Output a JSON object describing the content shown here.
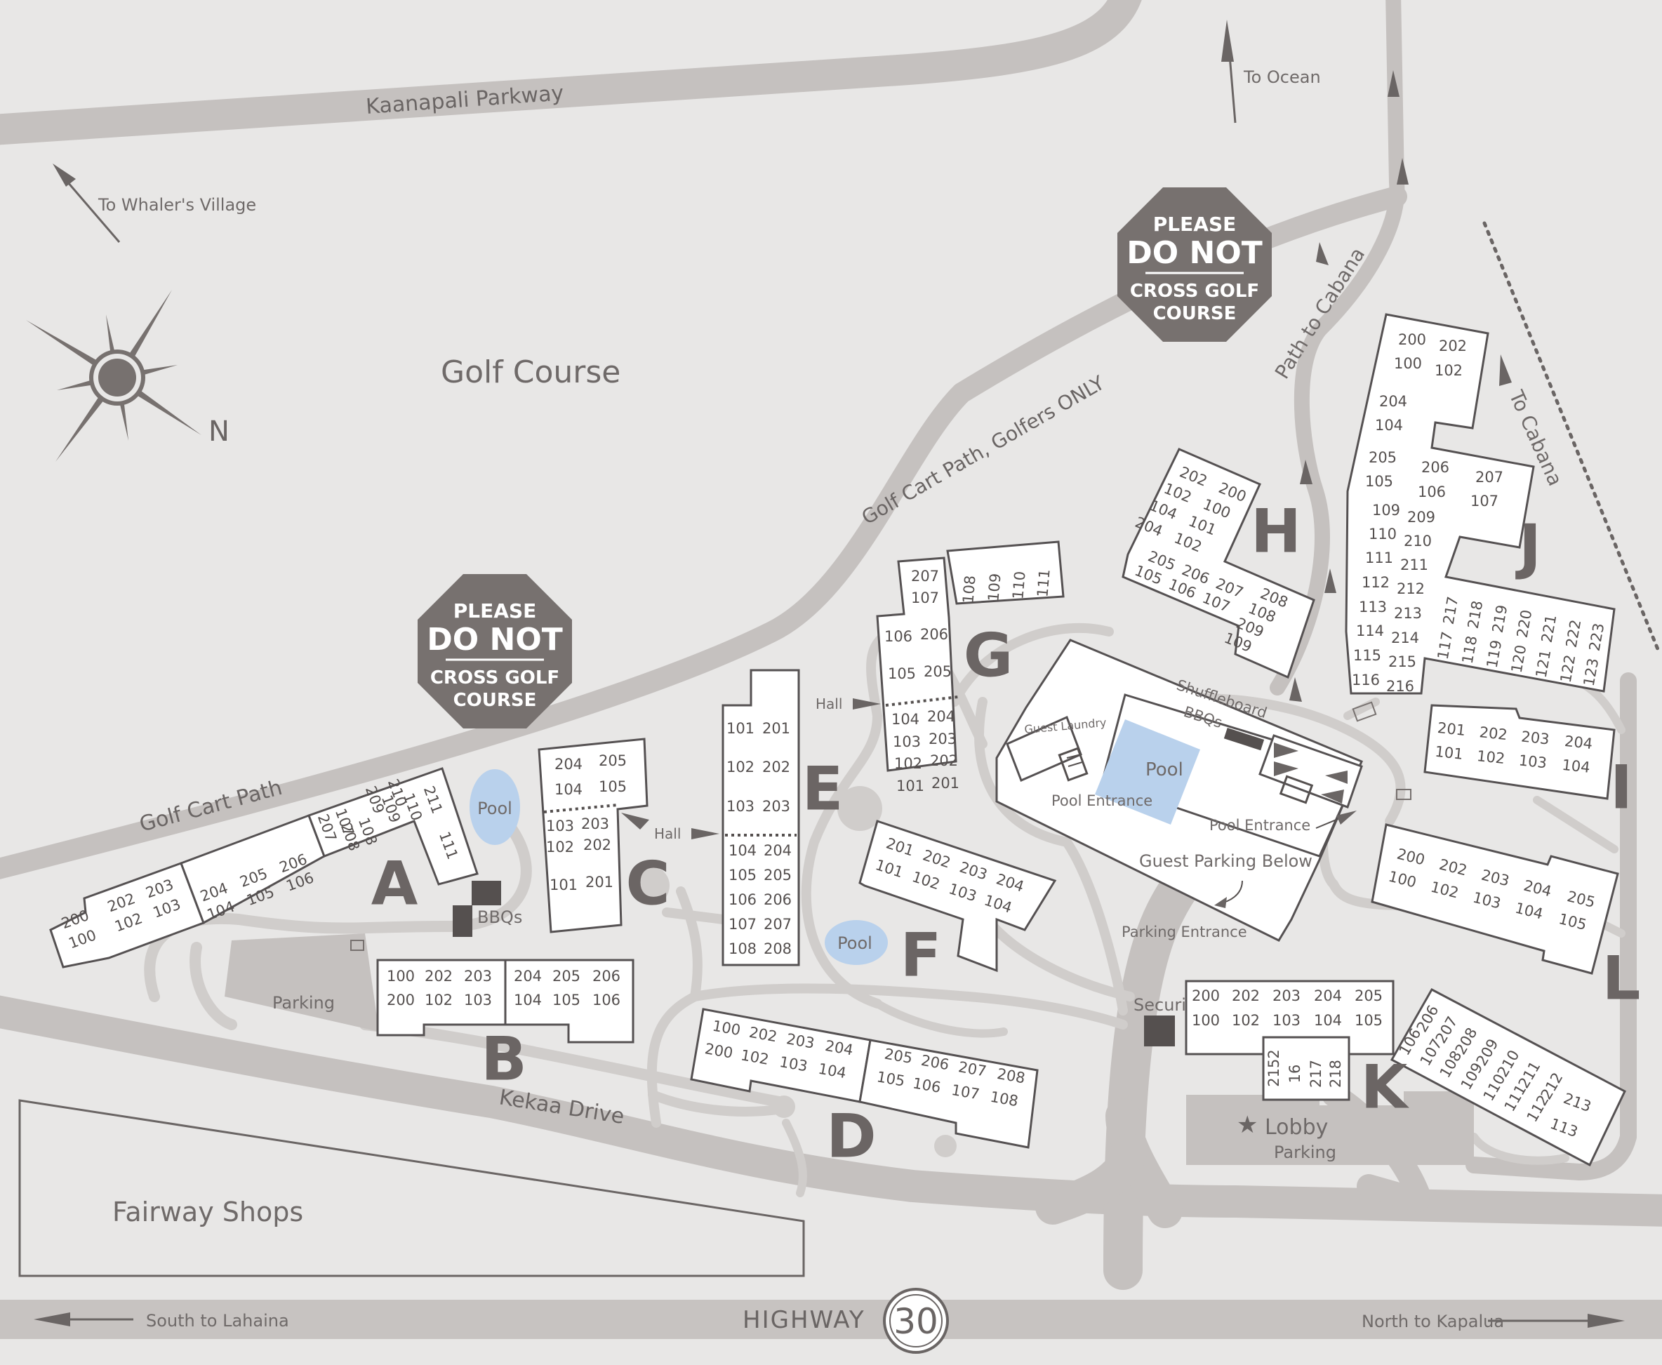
{
  "roads": {
    "kaanapali": "Kaanapali Parkway",
    "kekaa": "Kekaa Drive",
    "highway": "HIGHWAY",
    "highway_number": "30",
    "golf_cart_path": "Golf Cart Path",
    "golf_cart_golfers": "Golf Cart Path, Golfers ONLY"
  },
  "directions": {
    "whalers_village": "To Whaler's Village",
    "to_ocean": "To Ocean",
    "path_to_cabana": "Path to Cabana",
    "to_cabana": "To Cabana",
    "south": "South to Lahaina",
    "north": "North to Kapalua"
  },
  "compass": {
    "north": "N"
  },
  "areas": {
    "golf_course": "Golf Course",
    "fairway_shops": "Fairway Shops",
    "parking": "Parking",
    "lobby_parking": "Parking",
    "lobby": "Lobby",
    "security": "Security",
    "guest_parking_below": "Guest Parking Below",
    "parking_entrance": "Parking Entrance",
    "pool_entrance_left": "Pool Entrance",
    "pool_entrance_right": "Pool Entrance",
    "guest_laundry": "Guest Laundry",
    "shuffleboard": "Shuffleboard",
    "bbqs": "BBQs",
    "bbqs_main": "BBQs",
    "pool": "Pool",
    "hall": "Hall"
  },
  "signs": {
    "please": "PLEASE",
    "do_not": "DO NOT",
    "cross": "CROSS GOLF",
    "course": "COURSE"
  },
  "buildings": {
    "A": {
      "letter": "A",
      "units": [
        "200",
        "100",
        "202",
        "102",
        "203",
        "103",
        "204",
        "104",
        "205",
        "105",
        "206",
        "106",
        "207",
        "107",
        "208",
        "108",
        "209",
        "109",
        "210",
        "110",
        "211",
        "111"
      ]
    },
    "B": {
      "letter": "B",
      "units": [
        "100",
        "200",
        "202",
        "102",
        "203",
        "103",
        "204",
        "104",
        "205",
        "105",
        "206",
        "106"
      ]
    },
    "C": {
      "letter": "C",
      "units": [
        "204",
        "205",
        "104",
        "105",
        "103",
        "203",
        "102",
        "202",
        "101",
        "201"
      ]
    },
    "D": {
      "letter": "D",
      "units": [
        "100",
        "200",
        "202",
        "102",
        "203",
        "103",
        "204",
        "104",
        "205",
        "105",
        "206",
        "106",
        "207",
        "107",
        "208",
        "108"
      ]
    },
    "E": {
      "letter": "E",
      "units": [
        "101",
        "201",
        "102",
        "202",
        "103",
        "203",
        "104",
        "204",
        "105",
        "205",
        "106",
        "206",
        "107",
        "207",
        "108",
        "208"
      ]
    },
    "F": {
      "letter": "F",
      "units": [
        "201",
        "101",
        "202",
        "102",
        "203",
        "103",
        "204",
        "104"
      ]
    },
    "G": {
      "letter": "G",
      "units": [
        "207",
        "107",
        "106",
        "206",
        "105",
        "205",
        "104",
        "204",
        "103",
        "203",
        "102",
        "202",
        "101",
        "201",
        "108",
        "109",
        "110",
        "111"
      ]
    },
    "H": {
      "letter": "H",
      "units": [
        "202",
        "200",
        "102",
        "100",
        "104",
        "101",
        "204",
        "102",
        "205",
        "105",
        "206",
        "106",
        "207",
        "107",
        "208",
        "108",
        "209",
        "109"
      ]
    },
    "I": {
      "letter": "I",
      "units": [
        "201",
        "101",
        "202",
        "102",
        "203",
        "103",
        "204",
        "104"
      ]
    },
    "J": {
      "letter": "J",
      "units": [
        "200",
        "202",
        "100",
        "102",
        "204",
        "104",
        "205",
        "105",
        "206",
        "106",
        "207",
        "107",
        "109",
        "209",
        "110",
        "210",
        "111",
        "211",
        "112",
        "212",
        "113",
        "213",
        "114",
        "214",
        "115",
        "215",
        "116",
        "216",
        "217",
        "117",
        "218",
        "118",
        "219",
        "119",
        "220",
        "120",
        "221",
        "121",
        "222",
        "122",
        "223",
        "123"
      ]
    },
    "K": {
      "letter": "K",
      "units": [
        "200",
        "100",
        "202",
        "102",
        "203",
        "103",
        "204",
        "104",
        "205",
        "105",
        "2152",
        "16",
        "217",
        "218"
      ]
    },
    "L": {
      "letter": "L",
      "units": [
        "200",
        "100",
        "202",
        "102",
        "203",
        "103",
        "204",
        "104",
        "205",
        "105",
        "106",
        "206",
        "107",
        "207",
        "108",
        "208",
        "109",
        "209",
        "110",
        "210",
        "111",
        "211",
        "112",
        "212",
        "213",
        "113"
      ]
    }
  }
}
